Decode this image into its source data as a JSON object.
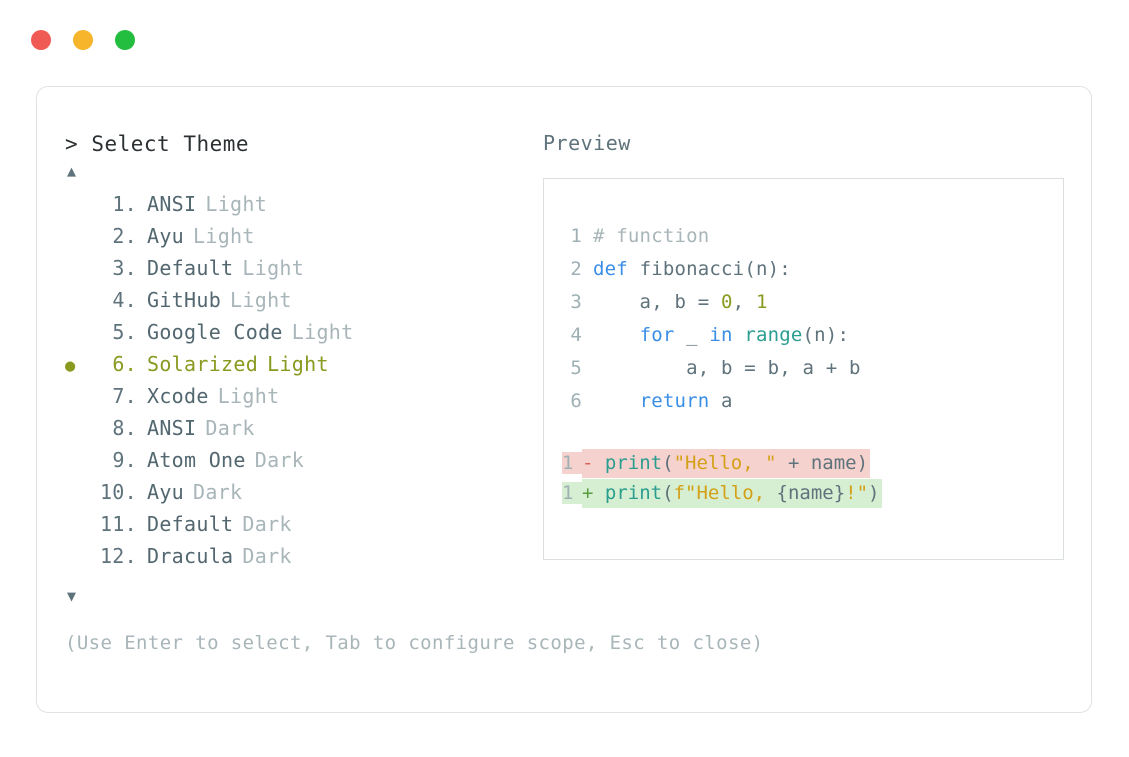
{
  "window": {
    "traffic_lights": [
      {
        "name": "close",
        "color": "#f05a55"
      },
      {
        "name": "minimize",
        "color": "#f7b52c"
      },
      {
        "name": "maximize",
        "color": "#23bd40"
      }
    ]
  },
  "left_panel": {
    "prompt_symbol": ">",
    "title": "Select Theme",
    "scroll_up_icon": "▲",
    "scroll_down_icon": "▼",
    "selected_index": 6,
    "selected_bullet": "●",
    "items": [
      {
        "number": "1.",
        "name": "ANSI",
        "variant": "Light",
        "selected": false,
        "bullet": ""
      },
      {
        "number": "2.",
        "name": "Ayu",
        "variant": "Light",
        "selected": false,
        "bullet": ""
      },
      {
        "number": "3.",
        "name": "Default",
        "variant": "Light",
        "selected": false,
        "bullet": ""
      },
      {
        "number": "4.",
        "name": "GitHub",
        "variant": "Light",
        "selected": false,
        "bullet": ""
      },
      {
        "number": "5.",
        "name": "Google Code",
        "variant": "Light",
        "selected": false,
        "bullet": ""
      },
      {
        "number": "6.",
        "name": "Solarized",
        "variant": "Light",
        "selected": true,
        "bullet": "●"
      },
      {
        "number": "7.",
        "name": "Xcode",
        "variant": "Light",
        "selected": false,
        "bullet": ""
      },
      {
        "number": "8.",
        "name": "ANSI",
        "variant": "Dark",
        "selected": false,
        "bullet": ""
      },
      {
        "number": "9.",
        "name": "Atom One",
        "variant": "Dark",
        "selected": false,
        "bullet": ""
      },
      {
        "number": "10.",
        "name": "Ayu",
        "variant": "Dark",
        "selected": false,
        "bullet": ""
      },
      {
        "number": "11.",
        "name": "Default",
        "variant": "Dark",
        "selected": false,
        "bullet": ""
      },
      {
        "number": "12.",
        "name": "Dracula",
        "variant": "Dark",
        "selected": false,
        "bullet": ""
      }
    ]
  },
  "right_panel": {
    "label": "Preview",
    "code_lines": [
      {
        "num": "1",
        "tokens": [
          {
            "t": "# function",
            "c": "comment"
          }
        ]
      },
      {
        "num": "2",
        "tokens": [
          {
            "t": "def ",
            "c": "kw"
          },
          {
            "t": "fibonacci(n):",
            "c": "plain"
          }
        ]
      },
      {
        "num": "3",
        "tokens": [
          {
            "t": "    a, b = ",
            "c": "plain"
          },
          {
            "t": "0",
            "c": "num"
          },
          {
            "t": ", ",
            "c": "plain"
          },
          {
            "t": "1",
            "c": "num"
          }
        ]
      },
      {
        "num": "4",
        "tokens": [
          {
            "t": "    ",
            "c": "plain"
          },
          {
            "t": "for",
            "c": "kw"
          },
          {
            "t": " _ ",
            "c": "plain"
          },
          {
            "t": "in",
            "c": "kw"
          },
          {
            "t": " ",
            "c": "plain"
          },
          {
            "t": "range",
            "c": "fn"
          },
          {
            "t": "(n):",
            "c": "plain"
          }
        ]
      },
      {
        "num": "5",
        "tokens": [
          {
            "t": "        a, b = b, a + b",
            "c": "plain"
          }
        ]
      },
      {
        "num": "6",
        "tokens": [
          {
            "t": "    ",
            "c": "plain"
          },
          {
            "t": "return",
            "c": "kw"
          },
          {
            "t": " a",
            "c": "plain"
          }
        ]
      }
    ],
    "diff_lines": [
      {
        "num": "1",
        "sign": "-",
        "kind": "del",
        "tokens": [
          {
            "t": " ",
            "c": "plain"
          },
          {
            "t": "print",
            "c": "fn"
          },
          {
            "t": "(",
            "c": "plain"
          },
          {
            "t": "\"Hello, \"",
            "c": "str"
          },
          {
            "t": " + name)",
            "c": "plain"
          }
        ]
      },
      {
        "num": "1",
        "sign": "+",
        "kind": "add",
        "tokens": [
          {
            "t": " ",
            "c": "plain"
          },
          {
            "t": "print",
            "c": "fn"
          },
          {
            "t": "(",
            "c": "plain"
          },
          {
            "t": "f\"Hello, ",
            "c": "str"
          },
          {
            "t": "{name}",
            "c": "plain"
          },
          {
            "t": "!\"",
            "c": "str"
          },
          {
            "t": ")",
            "c": "plain"
          }
        ]
      }
    ]
  },
  "footer": {
    "hint": "(Use Enter to select, Tab to configure scope, Esc to close)"
  },
  "colors": {
    "selected": "#8a9a21",
    "text": "#52676f",
    "muted": "#a8b5b9",
    "keyword": "#3a8ee6",
    "function": "#2a9d8f",
    "string": "#d4a017",
    "diff_del_bg": "#f6d2cf",
    "diff_add_bg": "#d6eed2"
  }
}
